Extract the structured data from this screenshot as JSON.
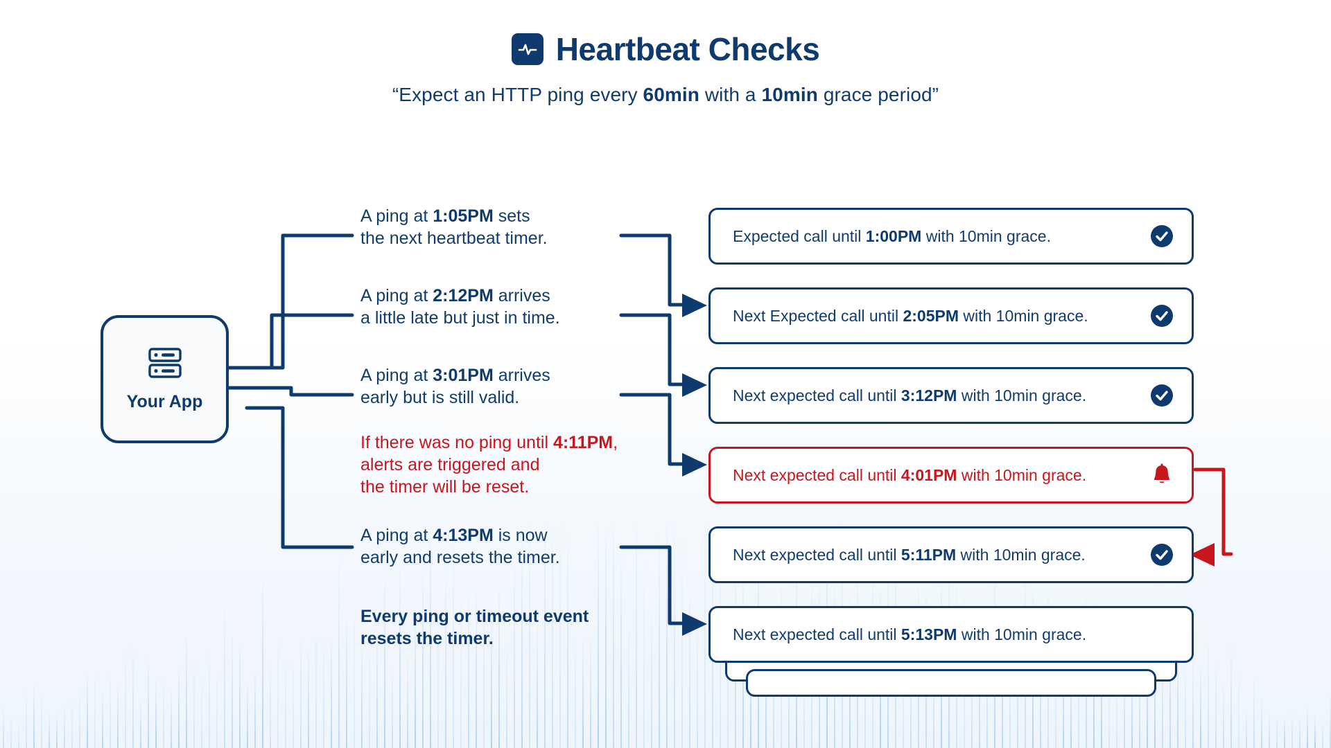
{
  "header": {
    "icon": "heartbeat-pulse-icon",
    "title": "Heartbeat Checks",
    "subtitle_prefix": "“Expect an HTTP ping every ",
    "subtitle_bold_1": "60min",
    "subtitle_middle": " with a ",
    "subtitle_bold_2": "10min",
    "subtitle_suffix": " grace period”"
  },
  "app_node": {
    "icon": "server-rack-icon",
    "label": "Your App"
  },
  "events": [
    {
      "id": "event-ping-105pm",
      "tone": "normal",
      "line1_prefix": "A ping at ",
      "line1_bold": "1:05PM",
      "line1_suffix": " sets",
      "line2": "the next heartbeat timer.",
      "line3": ""
    },
    {
      "id": "event-ping-212pm",
      "tone": "normal",
      "line1_prefix": "A ping at ",
      "line1_bold": "2:12PM",
      "line1_suffix": " arrives",
      "line2": "a little late but just in time.",
      "line3": ""
    },
    {
      "id": "event-ping-301pm",
      "tone": "normal",
      "line1_prefix": " A ping at ",
      "line1_bold": "3:01PM",
      "line1_suffix": " arrives",
      "line2": " early but is still valid.",
      "line3": ""
    },
    {
      "id": "event-no-ping-411pm",
      "tone": "alert",
      "line1_prefix": "If there was no ping until ",
      "line1_bold": "4:11PM",
      "line1_suffix": ",",
      "line2": "alerts are triggered and",
      "line3": "the timer will be reset."
    },
    {
      "id": "event-ping-413pm",
      "tone": "normal",
      "line1_prefix": "A ping at ",
      "line1_bold": "4:13PM",
      "line1_suffix": " is now",
      "line2": "early and resets the timer.",
      "line3": ""
    },
    {
      "id": "event-summary",
      "tone": "strong",
      "line1_prefix": "Every ping or timeout event",
      "line1_bold": "",
      "line1_suffix": "",
      "line2": "resets the timer.",
      "line3": ""
    }
  ],
  "cards": [
    {
      "id": "card-1-00pm",
      "prefix": "Expected call until ",
      "time": "1:00PM",
      "suffix": " with 10min grace.",
      "status": "ok",
      "badge_icon": "check-circle-icon"
    },
    {
      "id": "card-2-05pm",
      "prefix": "Next Expected call until ",
      "time": "2:05PM",
      "suffix": " with 10min grace.",
      "status": "ok",
      "badge_icon": "check-circle-icon"
    },
    {
      "id": "card-3-12pm",
      "prefix": "Next expected call until ",
      "time": "3:12PM",
      "suffix": " with 10min grace.",
      "status": "ok",
      "badge_icon": "check-circle-icon"
    },
    {
      "id": "card-4-01pm",
      "prefix": "Next expected call until ",
      "time": "4:01PM",
      "suffix": " with 10min grace.",
      "status": "alert",
      "badge_icon": "bell-alert-icon"
    },
    {
      "id": "card-5-11pm",
      "prefix": "Next expected call until ",
      "time": "5:11PM",
      "suffix": " with 10min grace.",
      "status": "ok",
      "badge_icon": "check-circle-icon"
    },
    {
      "id": "card-5-13pm",
      "prefix": "Next expected call until ",
      "time": "5:13PM",
      "suffix": " with 10min grace.",
      "status": "none",
      "badge_icon": ""
    }
  ],
  "colors": {
    "navy": "#0e3a6e",
    "navy_text": "#123c6b",
    "alert_red": "#c8161d",
    "card_bg": "#ffffff",
    "page_bg": "#ffffff",
    "wash_bg": "#eef5fc",
    "bar_blue": "#9cc6e8"
  }
}
